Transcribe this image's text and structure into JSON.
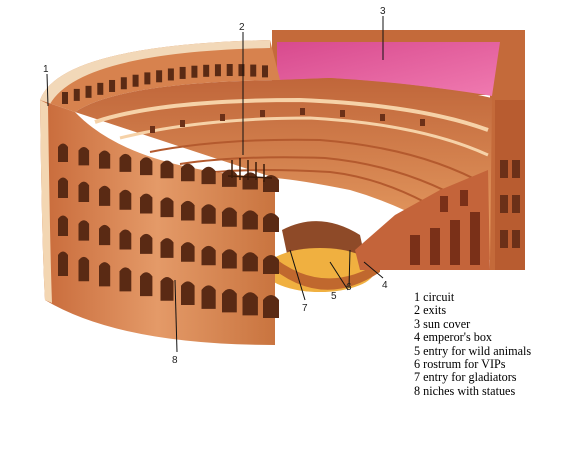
{
  "diagram": {
    "callouts": [
      {
        "id": "1",
        "label": "1"
      },
      {
        "id": "2",
        "label": "2"
      },
      {
        "id": "3",
        "label": "3"
      },
      {
        "id": "4",
        "label": "4"
      },
      {
        "id": "5",
        "label": "5"
      },
      {
        "id": "6",
        "label": "6"
      },
      {
        "id": "7",
        "label": "7"
      },
      {
        "id": "8",
        "label": "8"
      }
    ],
    "legend": [
      "1 circuit",
      "2 exits",
      "3 sun cover",
      "4 emperor's box",
      "5 entry for wild animals",
      "6 rostrum for VIPs",
      "7 entry for gladiators",
      "8 niches with statues"
    ],
    "colors": {
      "stone_light": "#e8a070",
      "stone_mid": "#d98250",
      "stone_dark": "#9a4a22",
      "arch_shadow": "#5a2a14",
      "seating": "#e69a60",
      "arena_floor": "#f0b040",
      "sun_cover": "#e0589a",
      "rim": "#f2d8b8"
    }
  }
}
